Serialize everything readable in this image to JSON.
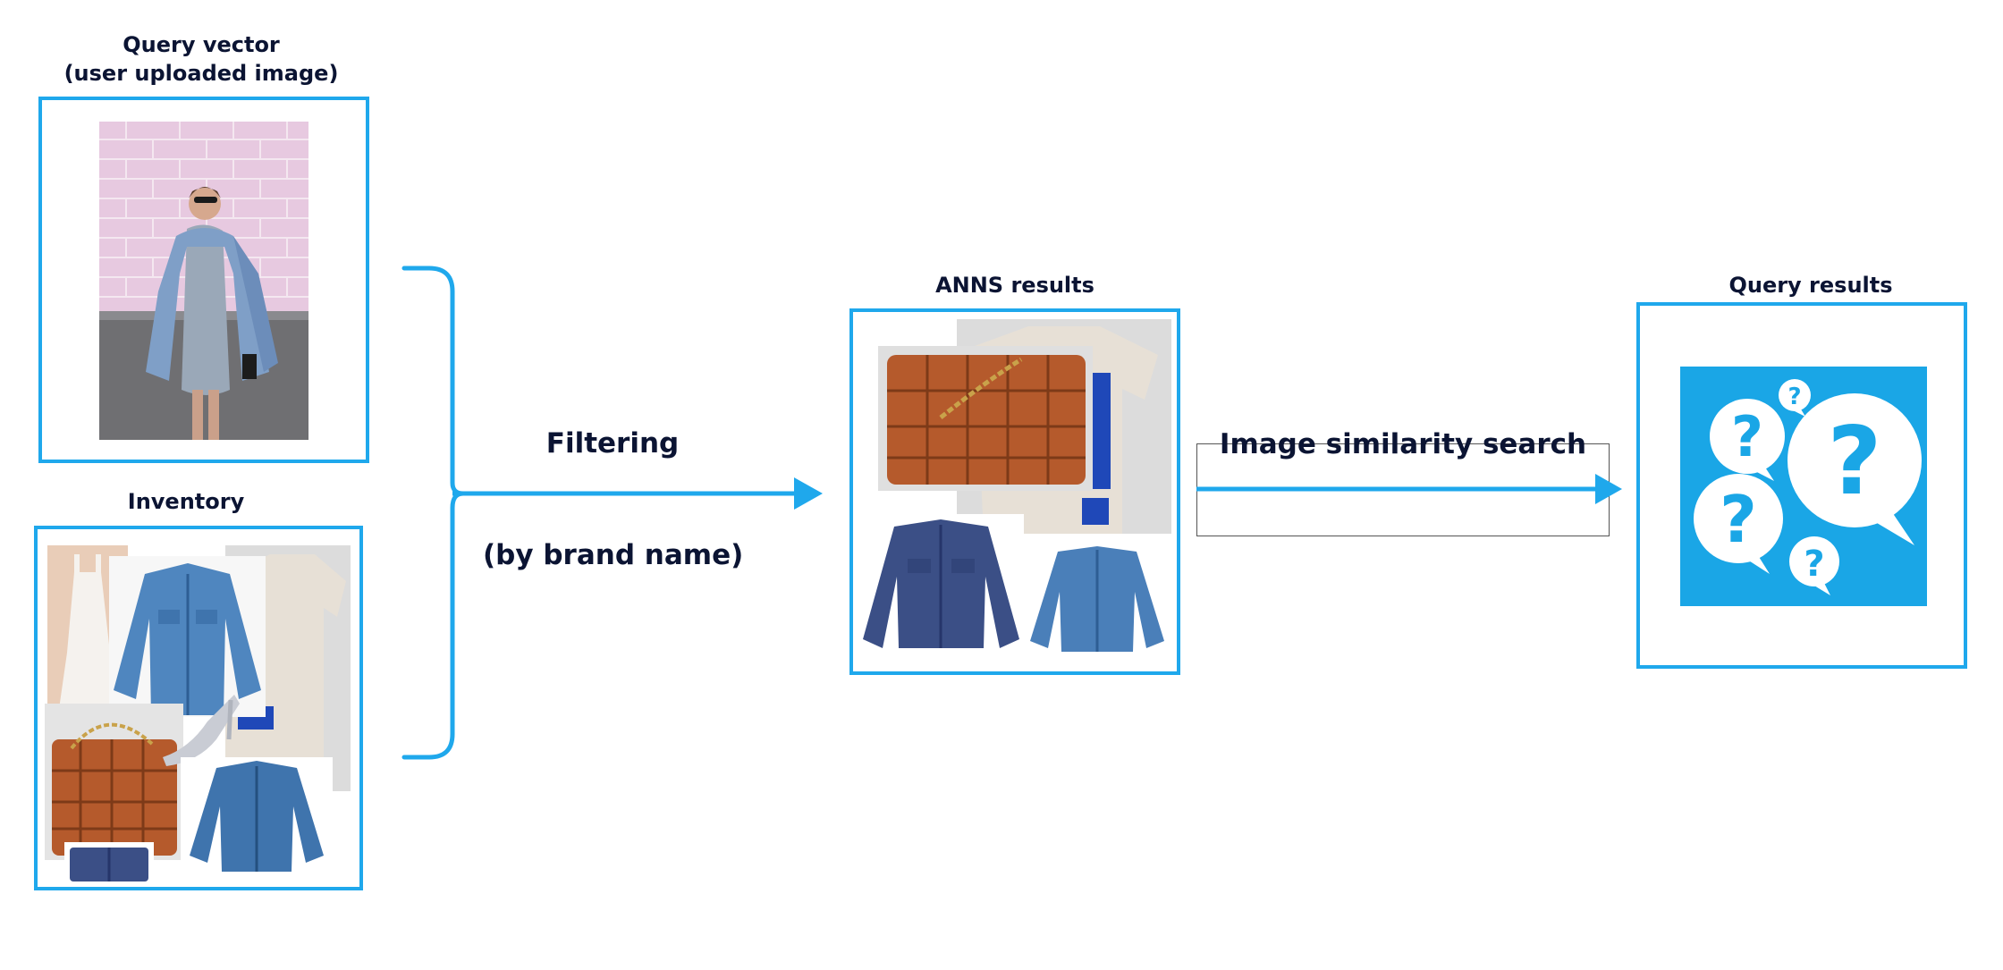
{
  "labels": {
    "query_vector_line1": "Query vector",
    "query_vector_line2": "(user uploaded image)",
    "inventory": "Inventory",
    "filtering": "Filtering",
    "by_brand": "(by brand name)",
    "anns_results": "ANNS results",
    "image_similarity_search": "Image similarity search",
    "query_results": "Query results"
  },
  "colors": {
    "accent_blue": "#1fa8ec",
    "text_dark": "#0b1433",
    "leather_brown": "#b55a2c",
    "denim_dark": "#3b4f86",
    "denim_light": "#4f86bf",
    "tee_beige": "#e7e0d6",
    "tee_print_blue": "#1f48b8",
    "brick_pink": "#e7c9e0"
  },
  "icons": {
    "query_photo": "woman-denim-jacket-photo",
    "bag": "leather-bag-photo",
    "tshirt": "printed-tshirt-photo",
    "jacket": "denim-jacket-photo",
    "shoe": "high-heel-shoe-photo",
    "dress": "white-dress-photo",
    "question": "question-bubbles-icon"
  }
}
